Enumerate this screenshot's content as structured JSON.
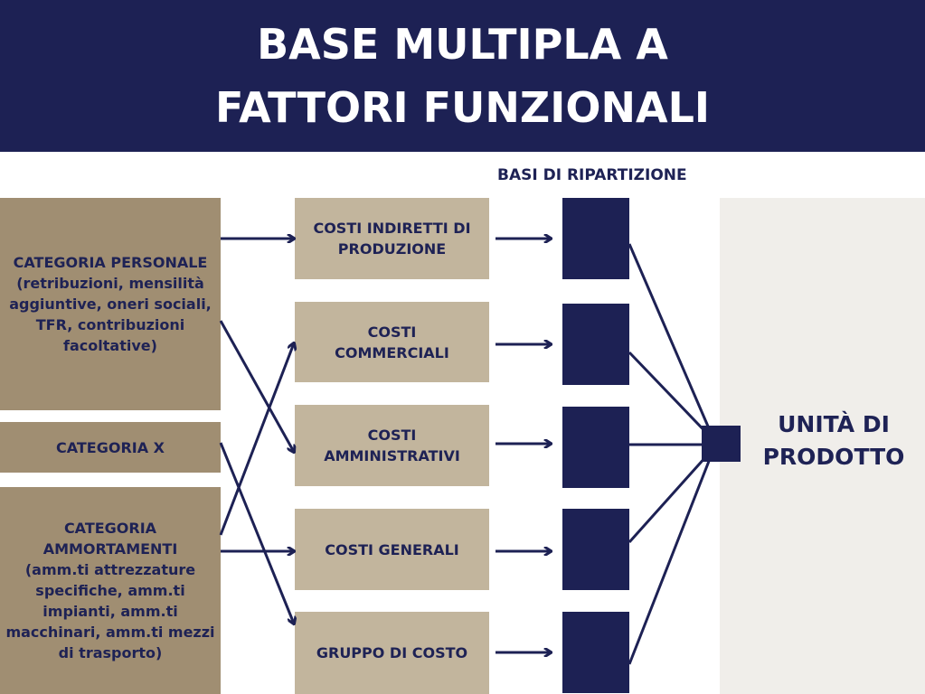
{
  "title": {
    "line1": "BASE MULTIPLA A",
    "line2": "FATTORI FUNZIONALI"
  },
  "basi_label": "BASI DI RIPARTIZIONE",
  "categories": [
    {
      "title": "CATEGORIA PERSONALE",
      "detail": "(retribuzioni, mensilità aggiuntive, oneri sociali, TFR, contribuzioni facoltative)"
    },
    {
      "title": "CATEGORIA X",
      "detail": ""
    },
    {
      "title": "CATEGORIA AMMORTAMENTI",
      "detail": "(amm.ti attrezzature specifiche, amm.ti impianti, amm.ti macchinari, amm.ti mezzi di trasporto)"
    }
  ],
  "cost_centers": [
    "COSTI INDIRETTI DI PRODUZIONE",
    "COSTI COMMERCIALI",
    "COSTI AMMINISTRATIVI",
    "COSTI GENERALI",
    "GRUPPO DI COSTO"
  ],
  "target": "UNITÀ DI PRODOTTO",
  "colors": {
    "navy": "#1d2154",
    "category": "#a08e72",
    "cost": "#c2b59d",
    "panel": "#f0eeea"
  }
}
